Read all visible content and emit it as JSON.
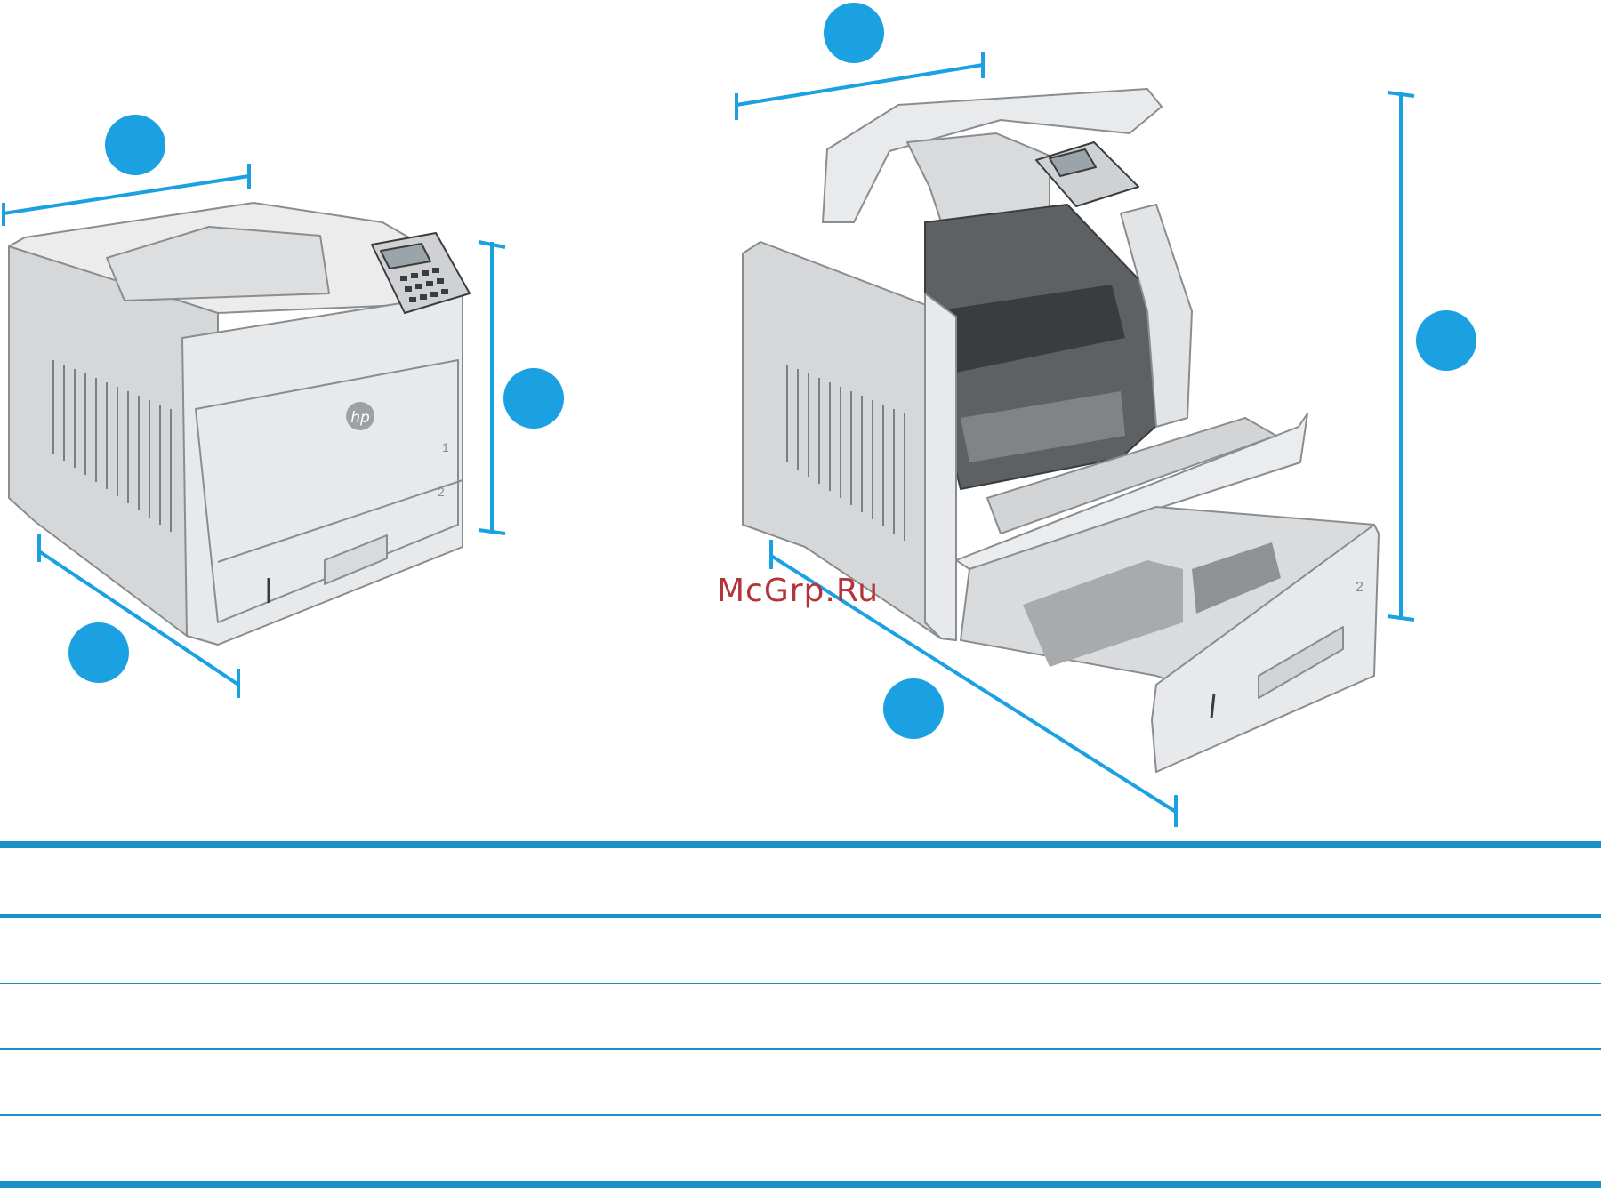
{
  "watermark": {
    "text": "McGrp.Ru",
    "color": "#b5333a"
  },
  "colors": {
    "callout": "#1ba1e2",
    "table_rule": "#1991c8"
  },
  "printer_closed": {
    "logo": "hp",
    "tray_labels": [
      "1",
      "2"
    ]
  },
  "printer_open": {
    "tray_label": "2"
  },
  "icons": [
    "callout-circle",
    "dimension-line",
    "hp-logo"
  ]
}
